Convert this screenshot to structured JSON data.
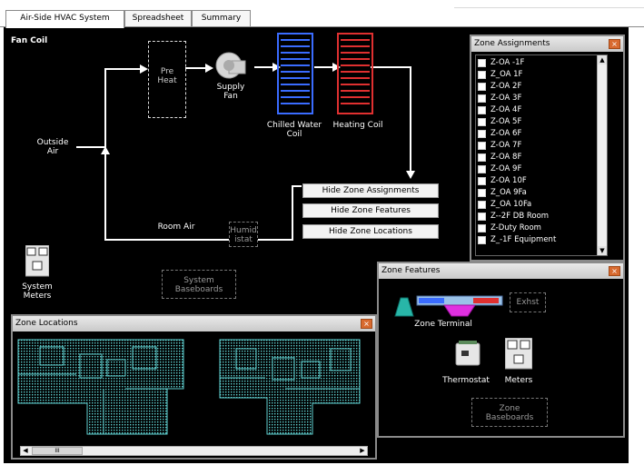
{
  "tabs": [
    {
      "label": "Air-Side HVAC System",
      "active": true
    },
    {
      "label": "Spreadsheet",
      "active": false
    },
    {
      "label": "Summary",
      "active": false
    }
  ],
  "diagram": {
    "title": "Fan Coil",
    "outside_air": "Outside\nAir",
    "preheat": "Pre\nHeat",
    "supply_fan": "Supply\nFan",
    "chilled_water_coil": "Chilled Water\nCoil",
    "heating_coil": "Heating Coil",
    "room_air": "Room Air",
    "humidistat": "Humid\nistat",
    "system_meters": "System\nMeters",
    "system_baseboards": "System\nBaseboards"
  },
  "buttons": {
    "hide_zone_assignments": "Hide Zone Assignments",
    "hide_zone_features": "Hide Zone Features",
    "hide_zone_locations": "Hide Zone Locations"
  },
  "zone_assignments": {
    "title": "Zone Assignments",
    "close": "×",
    "items": [
      "Z-OA -1F",
      "Z_OA 1F",
      "Z-OA 2F",
      "Z-OA 3F",
      "Z-OA 4F",
      "Z-OA 5F",
      "Z-OA 6F",
      "Z-OA 7F",
      "Z-OA 8F",
      "Z-OA 9F",
      "Z-OA 10F",
      "Z_OA 9Fa",
      "Z_OA 10Fa",
      "Z--2F DB Room",
      "Z-Duty Room",
      "Z_-1F Equipment"
    ]
  },
  "zone_features": {
    "title": "Zone Features",
    "close": "×",
    "zone_terminal": "Zone Terminal",
    "exhst": "Exhst",
    "thermostat": "Thermostat",
    "meters": "Meters",
    "zone_baseboards": "Zone\nBaseboards"
  },
  "zone_locations": {
    "title": "Zone Locations",
    "close": "×",
    "scroll_thumb": "III"
  },
  "colors": {
    "chilled_coil": "#3a6cff",
    "heating_coil": "#e03030",
    "floor_plan": "#5fd0d0",
    "terminal_magenta": "#e030e0"
  }
}
